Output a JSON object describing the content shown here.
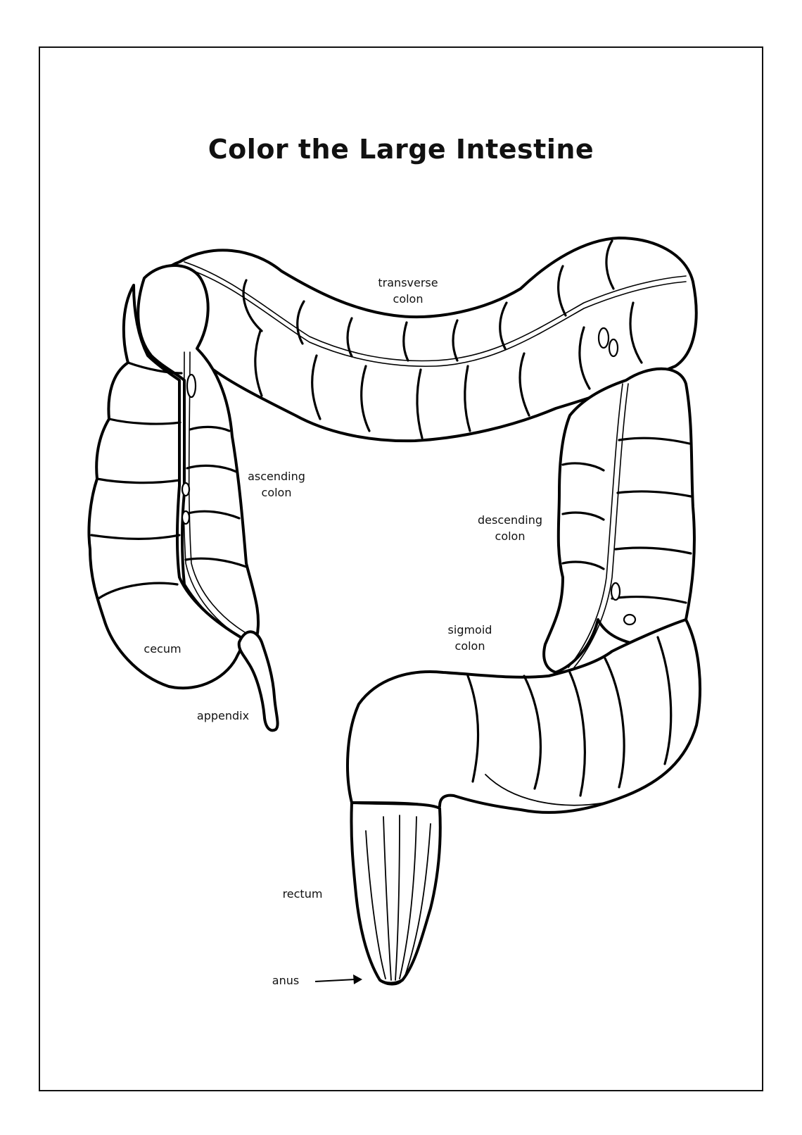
{
  "title": "Color the Large Intestine",
  "labels": {
    "transverse_colon": [
      "transverse",
      "colon"
    ],
    "ascending_colon": [
      "ascending",
      "colon"
    ],
    "descending_colon": [
      "descending",
      "colon"
    ],
    "sigmoid_colon": [
      "sigmoid",
      "colon"
    ],
    "cecum": "cecum",
    "appendix": "appendix",
    "rectum": "rectum",
    "anus": "anus"
  },
  "colors": {
    "ink": "#000000",
    "paper": "#ffffff"
  }
}
